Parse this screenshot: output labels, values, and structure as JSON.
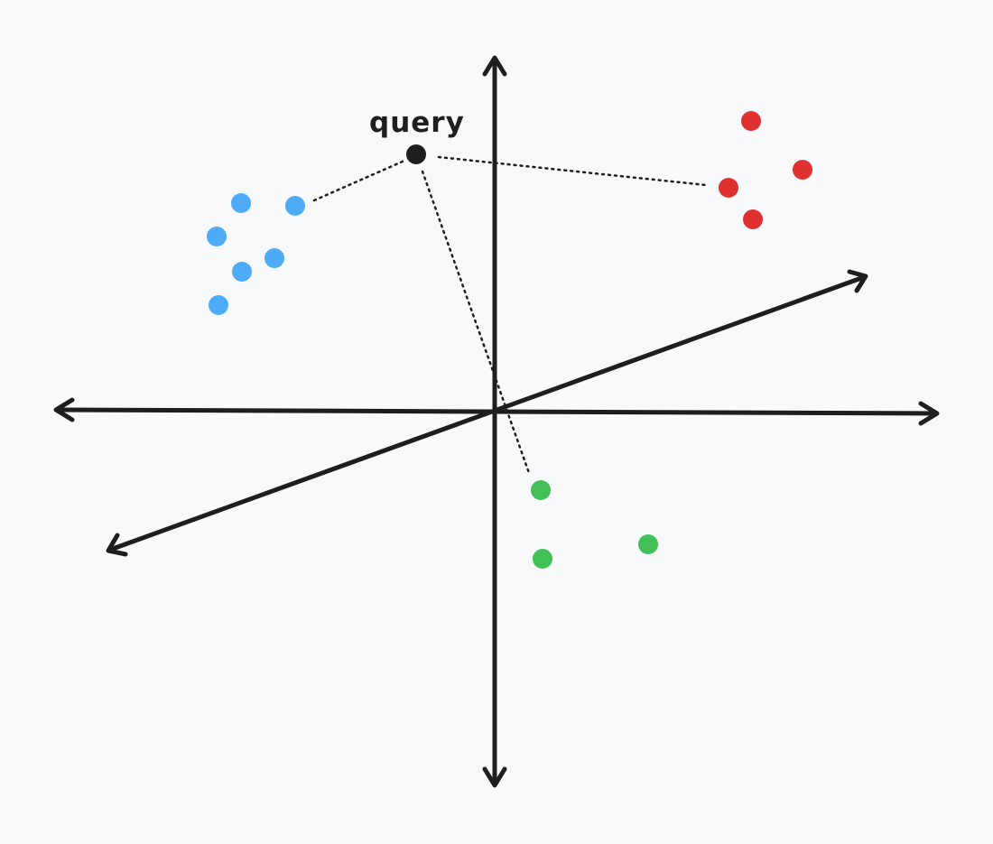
{
  "query": {
    "label": "query",
    "color": "#1e1e1e"
  },
  "clusters": [
    {
      "name": "blue-cluster",
      "color": "#4dabf7",
      "point_count": 6
    },
    {
      "name": "red-cluster",
      "color": "#e03131",
      "point_count": 4
    },
    {
      "name": "green-cluster",
      "color": "#40c057",
      "point_count": 3
    }
  ],
  "axes": {
    "count": 3,
    "color": "#1e1e1e",
    "style": "double-arrow"
  },
  "connections": [
    {
      "from": "query",
      "to": "blue-cluster",
      "style": "dotted"
    },
    {
      "from": "query",
      "to": "red-cluster",
      "style": "dotted"
    },
    {
      "from": "query",
      "to": "green-cluster",
      "style": "dotted"
    }
  ],
  "background_color": "#f8f9fb"
}
